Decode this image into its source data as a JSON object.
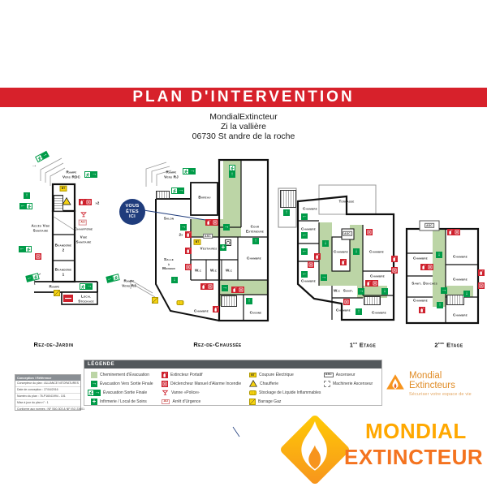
{
  "header": {
    "title": "PLAN D'INTERVENTION",
    "company": "MondialExtincteur",
    "address1": "Zi la vallière",
    "address2": "06730 St andre de la roche"
  },
  "you_are_here": "VOUS\nÊTES\nICI",
  "icons": {
    "arrow_up": "↑",
    "arrow_right": "→",
    "arrow_down": "↓",
    "arrow_left": "←",
    "cross": "+"
  },
  "floors": {
    "rdj": {
      "title": "Rez-de-Jardin",
      "rooms": {
        "rampe_rdc": "Rampe\nVers RDC",
        "acces_vide": "Accès Vide\nSanitaire",
        "chaufferie": "Chaufferie",
        "vide_sanitaire": "Vide\nSanitaire",
        "buanderie2": "Buanderie\n2",
        "buanderie1": "Buanderie\n1",
        "rampe": "Rampe",
        "local_stockage": "Local Stockage",
        "x2": "x2",
        "au": "AU",
        "bt": "BT"
      }
    },
    "rdc": {
      "title": "Rez-de-Chaussée",
      "rooms": {
        "rampe_rj": "Rampe\nVers RJ",
        "bureau": "Bureau",
        "salon": "Salon",
        "salle_manger": "Salle\nà\nManger",
        "vestiaires": "Vestiaires",
        "wc": "W.c",
        "asc": "ASC",
        "chambre": "Chambre",
        "cour": "Cour\nExtérieure",
        "cuisine": "Cuisine",
        "x2": "2x",
        "bt": "BT"
      }
    },
    "e1": {
      "title_num": "1",
      "title_sup": "er",
      "title_rest": " Etage",
      "rooms": {
        "chambre": "Chambre",
        "terrasse": "Terrasse",
        "asc": "ASC",
        "wc": "W.c",
        "sanit": "Sanit."
      }
    },
    "e2": {
      "title_num": "2",
      "title_sup": "ème",
      "title_rest": " Etage",
      "rooms": {
        "asc": "ASC",
        "chambre": "Chambre",
        "sanit_douches": "Sanit. Douches"
      }
    }
  },
  "legend": {
    "title": "LÉGENDE",
    "col1": [
      "Cheminement d'Évacuation",
      "Évacuation Vers Sortie Finale",
      "Évacuation Sortie Finale",
      "Infirmerie / Local de Soins"
    ],
    "col2": [
      "Extincteur Portatif",
      "Déclencheur Manuel d'Alarme Incendie",
      "Vanne «Police»",
      "Arrêt d'Urgence"
    ],
    "col3": [
      "Coupure Électrique",
      "Chaufferie",
      "Stockage de Liquide Inflammables",
      "Barrage Gaz"
    ],
    "col4": [
      "Ascenseur",
      "Machinerie Ascenseur"
    ],
    "au": "AU",
    "asc": "ASC",
    "bt": "BT"
  },
  "cartouche": {
    "title": "Conception / Référence",
    "lines": [
      "Concepteur du plan : ALLIANCE NITORATURES",
      "Date de conception : 27/04/2016",
      "Numéro du plan : 76-P16041994 - 101",
      "Mise à jour du plan n° : 1",
      "Conforme aux normes : NF S60-303 & NF ISO 23601"
    ]
  },
  "brand_small": {
    "name": "Mondial Extincteurs",
    "tagline": "Sécuriser votre espace de vie"
  },
  "brand_large": {
    "word1": "MONDIAL",
    "word2": "EXTINCTEUR"
  }
}
